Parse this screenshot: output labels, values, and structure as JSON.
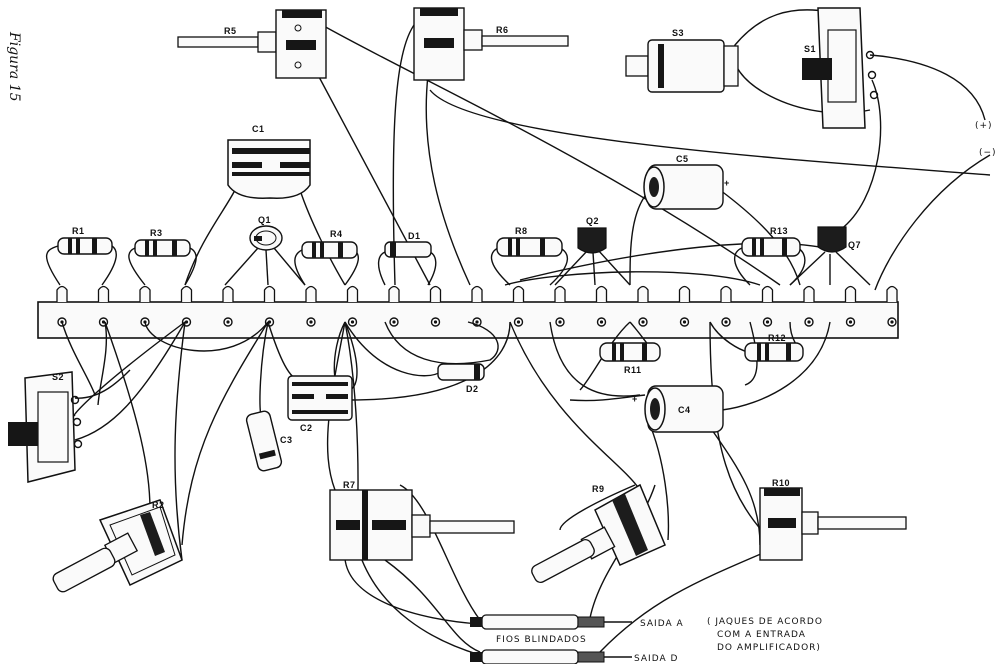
{
  "figure": {
    "caption": "Figura 15"
  },
  "components": {
    "resistors": [
      "R1",
      "R3",
      "R4",
      "R8",
      "R13",
      "R11",
      "R12"
    ],
    "potentiometers": [
      "R5",
      "R6",
      "R2",
      "R7",
      "R9",
      "R10"
    ],
    "capacitors": [
      "C1",
      "C5",
      "C2",
      "C3",
      "C4"
    ],
    "transistors": [
      "Q1",
      "Q2",
      "Q7"
    ],
    "diodes": [
      "D1",
      "D2"
    ],
    "switches": [
      "S1",
      "S2"
    ],
    "jack": "S3"
  },
  "power": {
    "positive": "(+)",
    "negative": "(−)"
  },
  "polarity_marks": {
    "c5": "+",
    "c4": "+"
  },
  "outputs": {
    "shielded_label": "FIOS BLINDADOS",
    "out_a": "SAIDA  A",
    "out_d": "SAIDA  D",
    "note_line1": "( JAQUES  DE  ACORDO",
    "note_line2": "COM  A  ENTRADA",
    "note_line3": "DO  AMPLIFICADOR)"
  }
}
